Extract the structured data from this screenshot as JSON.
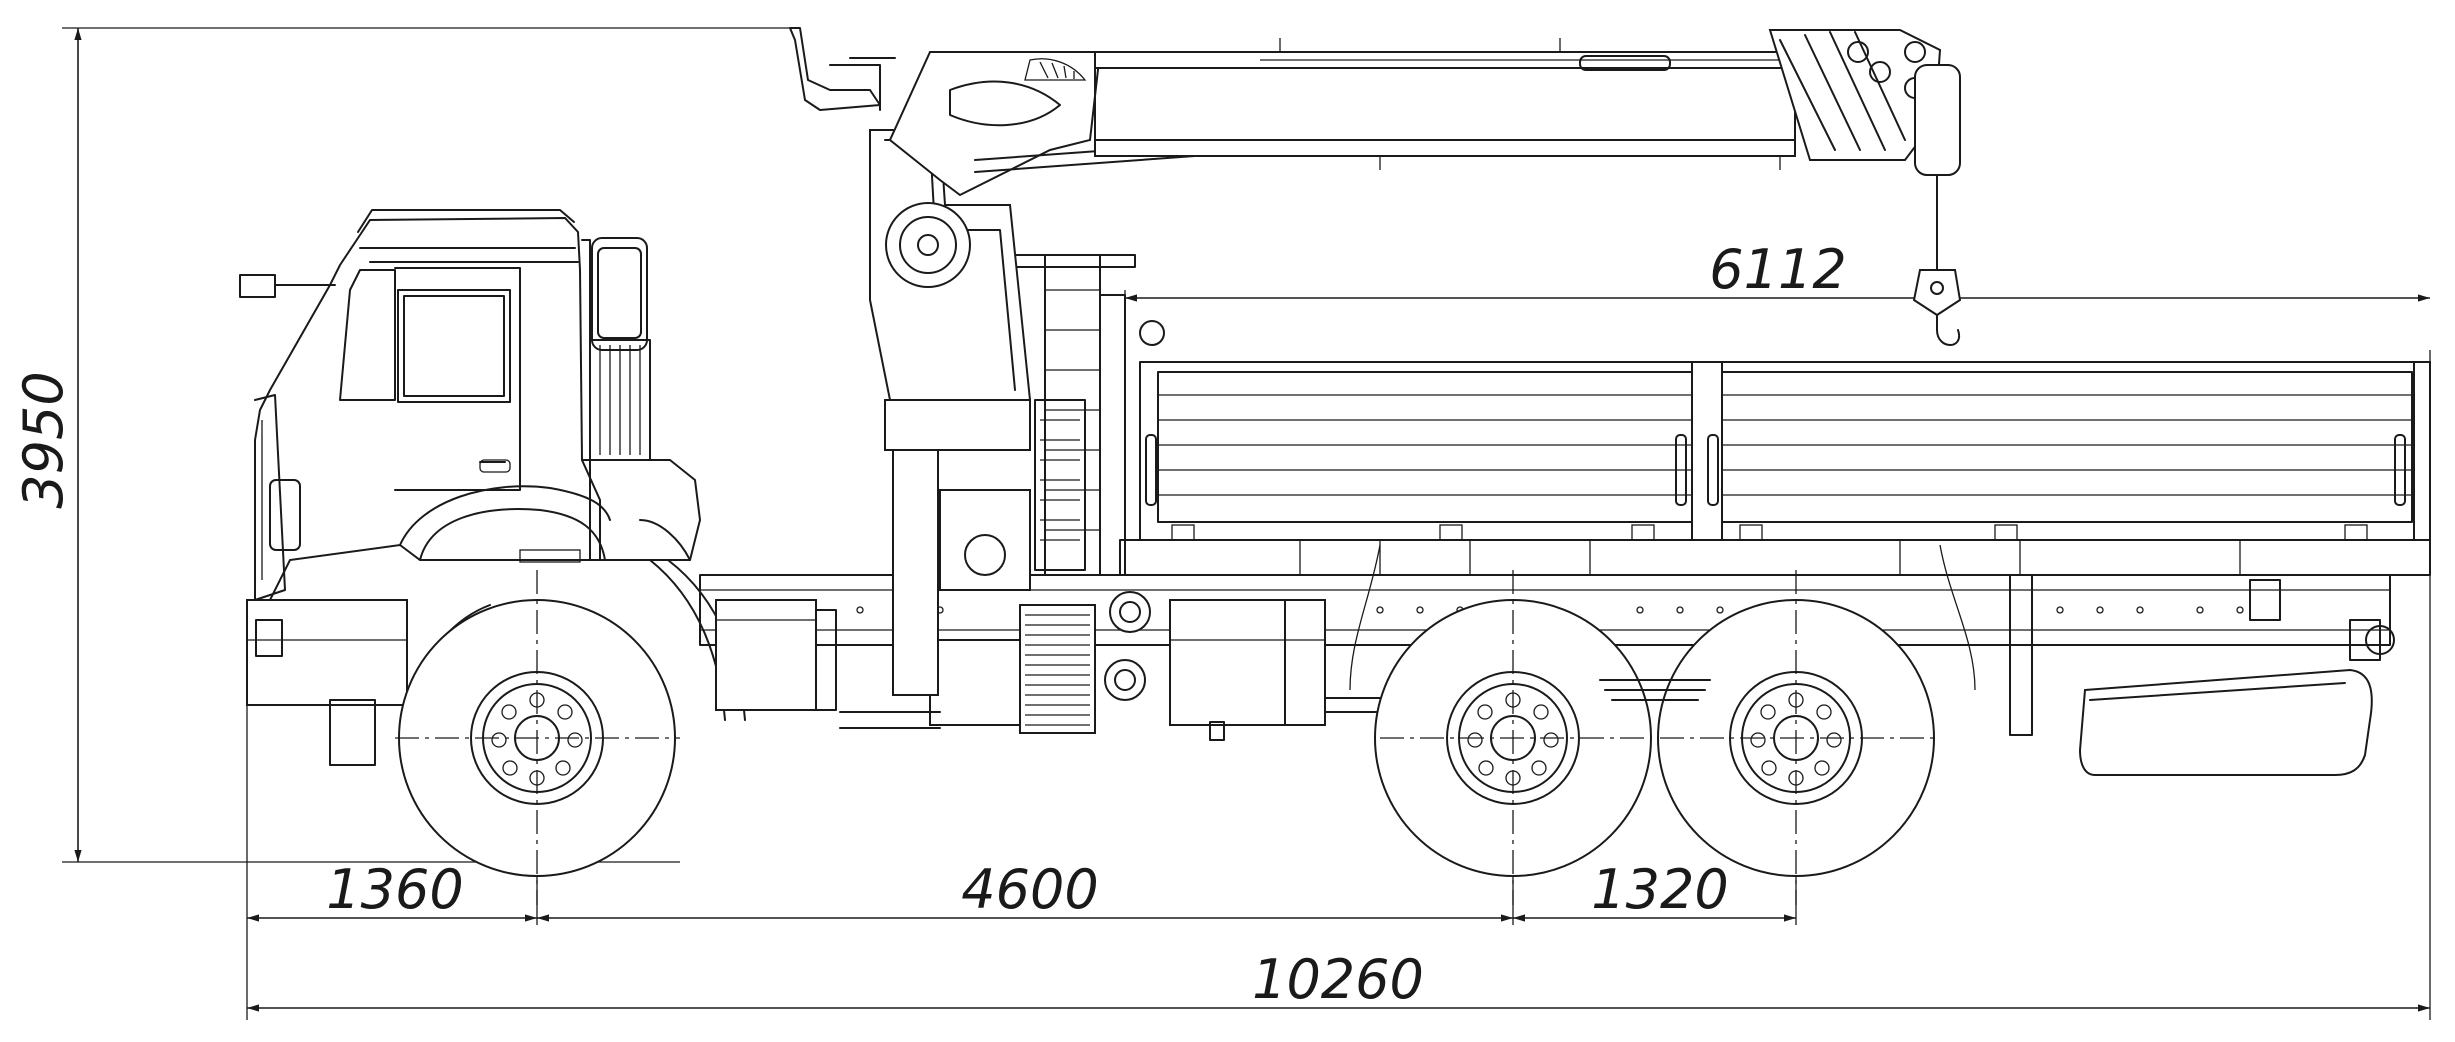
{
  "dimensions": {
    "overall_height": "3950",
    "front_overhang": "1360",
    "wheelbase_front": "4600",
    "wheelbase_rear": "1320",
    "overall_length": "10260",
    "platform_length": "6112"
  }
}
